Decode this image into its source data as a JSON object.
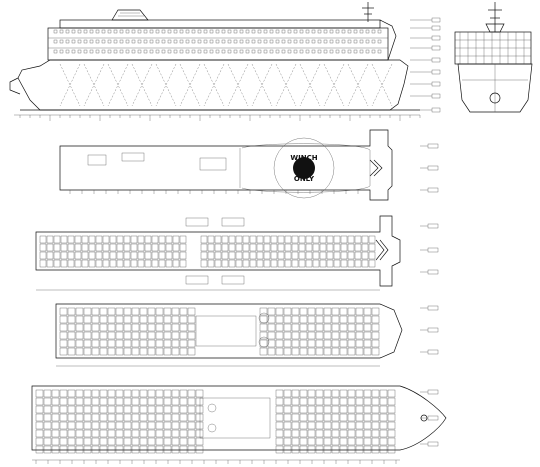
{
  "helideck": {
    "label_line1": "WINCH",
    "label_line2": "ONLY"
  },
  "views": [
    {
      "id": "profile",
      "kind": "side-elevation"
    },
    {
      "id": "midship",
      "kind": "midship-section"
    },
    {
      "id": "deck-top",
      "kind": "top-deck-plan"
    },
    {
      "id": "deck-upper",
      "kind": "upper-deck-plan"
    },
    {
      "id": "deck-cabin-1",
      "kind": "cabin-deck-plan"
    },
    {
      "id": "deck-cabin-2",
      "kind": "lower-deck-plan"
    }
  ],
  "colors": {
    "line": "#111111",
    "paper": "#ffffff"
  }
}
